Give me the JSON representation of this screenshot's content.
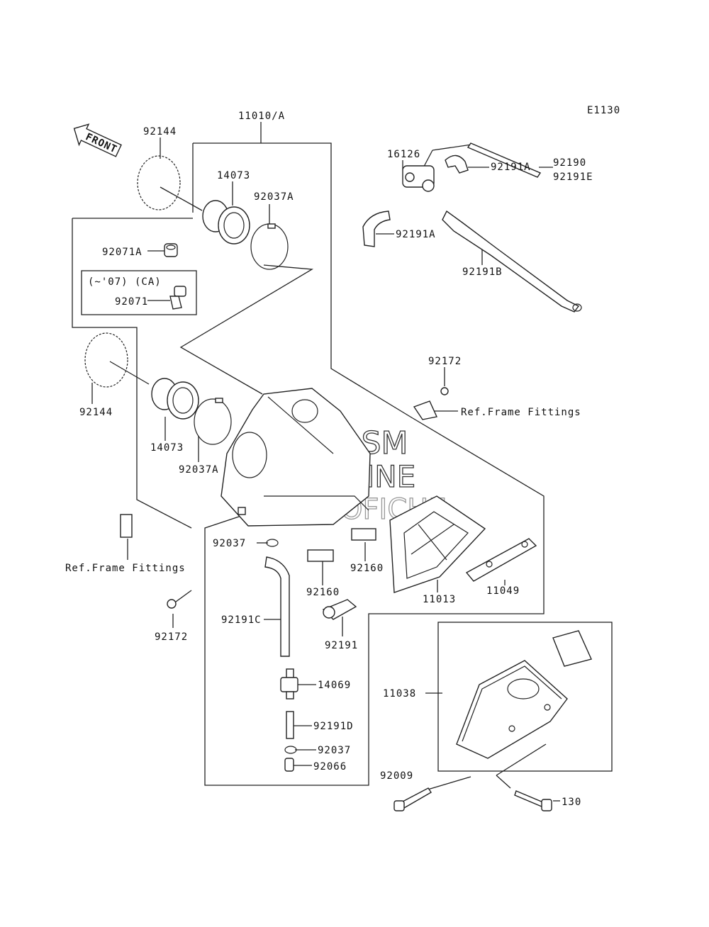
{
  "diagram_code": "E1130",
  "front_arrow_label": "FRONT",
  "watermark": {
    "line1": "HLSM",
    "line2": "ONLINE",
    "line3": "MICROFICHE"
  },
  "variant_note": "(~'07) (CA)",
  "labels": {
    "p11010A": "11010/A",
    "p92144_top": "92144",
    "p14073_top": "14073",
    "p92037A_top": "92037A",
    "p92071A": "92071A",
    "p92071": "92071",
    "p92144_mid": "92144",
    "p14073_mid": "14073",
    "p92037A_mid": "92037A",
    "p16126": "16126",
    "p92190": "92190",
    "p92191E": "92191E",
    "p92191A_1": "92191A",
    "p92191A_2": "92191A",
    "p92191B": "92191B",
    "p92172_top": "92172",
    "ref_frame_1": "Ref.Frame Fittings",
    "ref_frame_2": "Ref.Frame Fittings",
    "p92037": "92037",
    "p92160_a": "92160",
    "p92160_b": "92160",
    "p11013": "11013",
    "p11049": "11049",
    "p92172_bot": "92172",
    "p92191C": "92191C",
    "p92191": "92191",
    "p14069": "14069",
    "p92191D": "92191D",
    "p92037_b": "92037",
    "p92066": "92066",
    "p11038": "11038",
    "p92009": "92009",
    "p130": "130"
  }
}
